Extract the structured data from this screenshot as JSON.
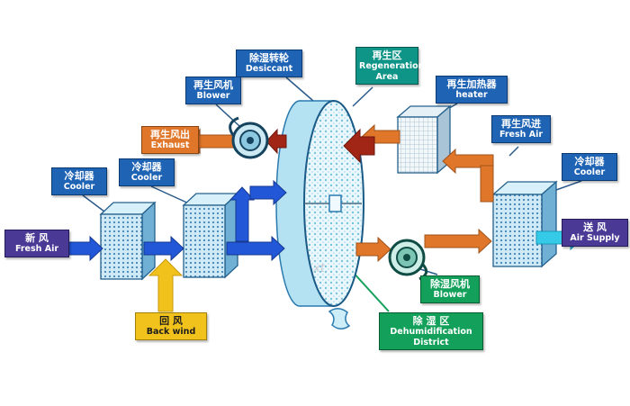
{
  "colors": {
    "process_arrow_blue": "#2257d8",
    "regen_arrow_orange": "#e0762a",
    "hot_arrow_red": "#a22616",
    "return_arrow_yellow": "#f2c21c",
    "supply_arrow_cyan": "#35cbe8",
    "label_blue": "#1e63b4",
    "label_teal": "#0f9488",
    "label_purple": "#4a3a96",
    "label_green": "#12a05a",
    "label_orange": "#e0762a",
    "label_yellow": "#f2c21c"
  },
  "watermark": "xt",
  "labels": {
    "desiccant": {
      "zh": "除湿转轮",
      "en": "Desiccant"
    },
    "regeneration_area": {
      "zh": "再生区",
      "en": "Regeneration Area"
    },
    "regen_blower": {
      "zh": "再生风机",
      "en": "Blower"
    },
    "regen_heater": {
      "zh": "再生加热器",
      "en": "heater"
    },
    "exhaust": {
      "zh": "再生风出",
      "en": "Exhaust"
    },
    "cooler_left_1": {
      "zh": "冷却器",
      "en": "Cooler"
    },
    "cooler_left_2": {
      "zh": "冷却器",
      "en": "Cooler"
    },
    "cooler_right": {
      "zh": "冷却器",
      "en": "Cooler"
    },
    "fresh_air": {
      "zh": "新 风",
      "en": "Fresh Air"
    },
    "back_wind": {
      "zh": "回 风",
      "en": "Back wind"
    },
    "regen_fresh_air": {
      "zh": "再生风进",
      "en": "Fresh Air"
    },
    "air_supply": {
      "zh": "送 风",
      "en": "Air Supply"
    },
    "dehumid_blower": {
      "zh": "除湿风机",
      "en": "Blower"
    },
    "dehumid_district": {
      "zh": "除 湿 区",
      "en_line1": "Dehumidification",
      "en_line2": "District"
    }
  }
}
